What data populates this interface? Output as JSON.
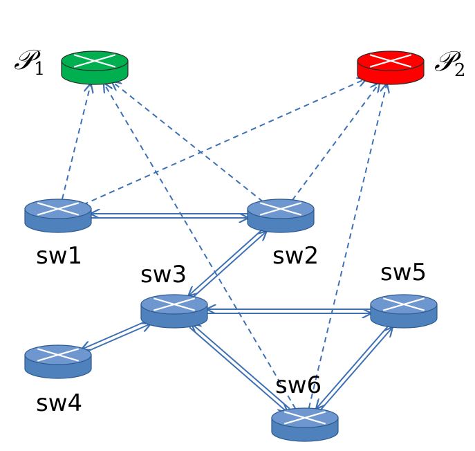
{
  "controllers": [
    {
      "id": "P1",
      "label": "𝒫",
      "subscript": "1",
      "color": "#00b050"
    },
    {
      "id": "P2",
      "label": "𝒫",
      "subscript": "2",
      "color": "#ff0000"
    }
  ],
  "switches": [
    {
      "id": "sw1",
      "label": "sw1"
    },
    {
      "id": "sw2",
      "label": "sw2"
    },
    {
      "id": "sw3",
      "label": "sw3"
    },
    {
      "id": "sw4",
      "label": "sw4"
    },
    {
      "id": "sw5",
      "label": "sw5"
    },
    {
      "id": "sw6",
      "label": "sw6"
    }
  ],
  "colors": {
    "switch_fill": "#4f81bd",
    "switch_top": "#6f97cf",
    "switch_stroke": "#2c5a8f",
    "link": "#3e70b4",
    "control_link": "#3e70b4"
  },
  "data_links": [
    [
      "sw1",
      "sw2"
    ],
    [
      "sw2",
      "sw3"
    ],
    [
      "sw3",
      "sw4"
    ],
    [
      "sw3",
      "sw5"
    ],
    [
      "sw3",
      "sw6"
    ],
    [
      "sw5",
      "sw6"
    ]
  ],
  "control_links": [
    [
      "sw1",
      "P1"
    ],
    [
      "sw1",
      "P2"
    ],
    [
      "sw2",
      "P1"
    ],
    [
      "sw2",
      "P2"
    ],
    [
      "sw6",
      "P1"
    ],
    [
      "sw6",
      "P2"
    ]
  ]
}
